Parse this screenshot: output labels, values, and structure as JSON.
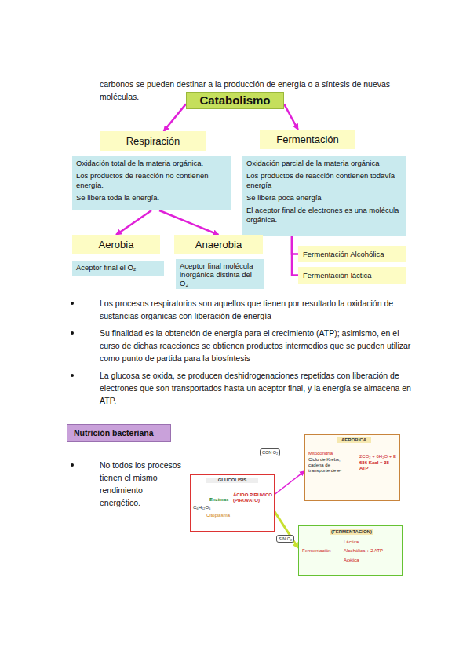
{
  "diagram": {
    "nodes": [
      {
        "text": [
          "Catabolismo"
        ]
      },
      {
        "text": [
          "Respiración"
        ]
      },
      {
        "text": [
          "Oxidación total de la materia orgánica.",
          "Los productos de reacción no contienen energía.",
          "Se libera toda la energía."
        ]
      },
      {
        "text": [
          "Fermentación"
        ]
      },
      {
        "text": [
          "Oxidación parcial de la materia orgánica",
          "Los productos de reacción contienen todavía energía",
          "Se libera poca energía",
          "El aceptor final de electrones es una molécula orgánica."
        ]
      },
      {
        "text": [
          "Aerobia"
        ]
      },
      {
        "text": [
          "Aceptor final el O₂"
        ]
      },
      {
        "text": [
          "Anaerobia"
        ]
      },
      {
        "text": [
          "Aceptor final molécula inorgánica distinta del O₂"
        ]
      },
      {
        "text": [
          "Fermentación Alcohólica"
        ]
      },
      {
        "text": [
          "Fermentación láctica"
        ]
      },
      {
        "text": [
          "Nutrición bacteriana"
        ]
      },
      {
        "text": [
          "GLUCÓLISIS",
          "Enzimas",
          "C₆H₁₂O₆",
          "ÁCIDO PIRUVICO (PIRUVATO)",
          "Citoplasma"
        ]
      },
      {
        "text": [
          "AEROBICA",
          "Mitocondria",
          "Ciclo de Krebs, cadena de transporte de e-",
          "2CO₂ + 6H₂O + E",
          "686 Kcal = 38 ATP"
        ]
      },
      {
        "text": [
          "(FERMENTACION)",
          "Fermentación",
          "Láctica",
          "Alcohólica + 2 ATP",
          "Acética"
        ]
      }
    ],
    "edges": [
      {
        "from": 0,
        "to": 1,
        "arrow": "to"
      },
      {
        "from": 0,
        "to": 3,
        "arrow": "to"
      },
      {
        "from": 2,
        "to": 5,
        "arrow": "to"
      },
      {
        "from": 2,
        "to": 7,
        "arrow": "to"
      },
      {
        "from": 4,
        "to": 9,
        "arrow": "none"
      },
      {
        "from": 4,
        "to": 10,
        "arrow": "none"
      },
      {
        "from": 12,
        "to": 13,
        "label": "CON O₂",
        "arrow": "to"
      },
      {
        "from": 12,
        "to": 14,
        "label": "SIN O₂",
        "arrow": "to"
      }
    ],
    "labels": [
      "carbonos se pueden destinar a la producción de energía o a síntesis de nuevas moléculas.",
      "Los procesos respiratorios son aquellos que tienen por resultado la oxidación de sustancias orgánicas con liberación de energía",
      "Su finalidad es la obtención de energía para el crecimiento (ATP); asimismo, en el curso de dichas reacciones se obtienen productos intermedios que se pueden utilizar como punto de partida para la biosíntesis",
      "La glucosa se oxida, se producen deshidrogenaciones repetidas con liberación de electrones que son transportados hasta un aceptor final, y la energía se almacena en ATP.",
      "No todos los procesos tienen el mismo rendimiento energético."
    ]
  }
}
